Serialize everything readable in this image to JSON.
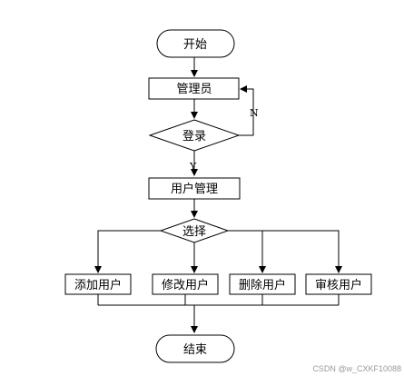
{
  "flow": {
    "start": "开始",
    "admin": "管理员",
    "login": "登录",
    "no_label": "N",
    "yes_label": "Y",
    "user_mgmt": "用户管理",
    "select": "选择",
    "add_user": "添加用户",
    "edit_user": "修改用户",
    "delete_user": "删除用户",
    "review_user": "审核用户",
    "end": "结束"
  },
  "watermark": "CSDN @w_CXKF10088"
}
